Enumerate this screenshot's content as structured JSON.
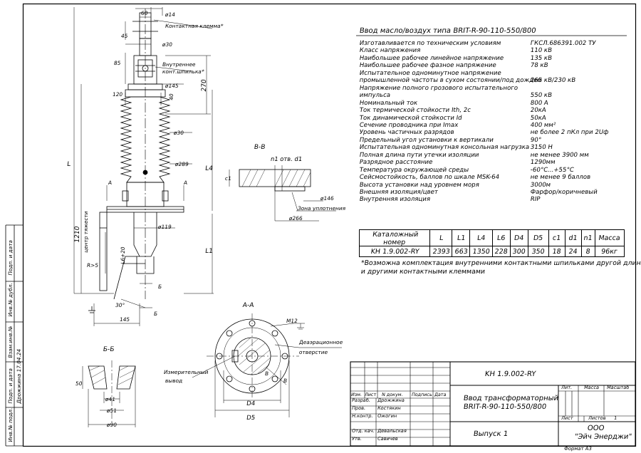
{
  "frame_labels": {
    "podp_data_1": "Подп. и дата",
    "inv_dubl": "Инв.№ дубл.",
    "vzam_inv": "Взам.инв.№",
    "podp_data_2": "Подп. и дата",
    "signer_date": "Дрожжина 17.04.24",
    "inv_podl": "Инв.№ подл."
  },
  "drawing": {
    "dims": {
      "d60": "60",
      "d14": "ø14",
      "contact_clamp": "Контактная клемма*",
      "d45": "45",
      "d30a": "ø30",
      "d85": "85",
      "inner_conn": "Внутреннее",
      "inner_conn2": "конт.шпилька*",
      "d145": "ø145",
      "d120": "120",
      "d40": "40",
      "d270": "270",
      "d30b": "ø30",
      "d289": "ø289",
      "L4": "L4",
      "L": "L",
      "A1": "A",
      "A2": "A",
      "d119": "ø119",
      "L6": "L6+20",
      "center_grav": "центр тяжести",
      "d1210": "1210",
      "L1": "L1",
      "R5": "R>5",
      "B1": "Б",
      "B2": "Б",
      "deg30": "30°",
      "d145b": "145"
    },
    "section_bb": {
      "title": "В-В",
      "n1": "n1 отв. d1",
      "c1": "c1",
      "d146": "ø146",
      "seal": "Зона уплотнения",
      "d266": "ø266"
    },
    "section_aa": {
      "title": "А-А",
      "m12": "M12",
      "deaer": "Деаэрационное",
      "deaer2": "отверстие",
      "meas": "Измерительный",
      "meas2": "вывод",
      "D4": "D4",
      "D5": "D5",
      "V1": "В",
      "V2": "В"
    },
    "section_b": {
      "title": "Б-Б",
      "d50": "50",
      "d41": "ø41",
      "d51": "ø51",
      "d90": "ø90"
    }
  },
  "specs": {
    "title": "Ввод масло/воздух типа BRIT-R-90-110-550/800",
    "rows": [
      {
        "label": "Изготавливается по техническим условиям",
        "value": "ГКСЛ.686391.002 ТУ"
      },
      {
        "label": "Класс напряжения",
        "value": "110 кВ"
      },
      {
        "label": "Наибольшее рабочее линейное напряжение",
        "value": "135 кВ"
      },
      {
        "label": "Наибольшее рабочее фазное напряжение",
        "value": "78 кВ"
      },
      {
        "label": "Испытательное одноминутное напряжение",
        "value": ""
      },
      {
        "label": "промышленной частоты в сухом состоянии/под дождем",
        "value": "265 кВ/230 кВ"
      },
      {
        "label": "Напряжение полного грозового испытательного",
        "value": ""
      },
      {
        "label": "импульса",
        "value": "550 кВ"
      },
      {
        "label": "Номинальный ток",
        "value": "800 А"
      },
      {
        "label": "Ток термической стойкости Ith, 2с",
        "value": "20кА"
      },
      {
        "label": "Ток динамической стойкости Id",
        "value": "50кА"
      },
      {
        "label": "Сечение проводника при Imax",
        "value": "400 мм²"
      },
      {
        "label": "Уровень частичных разрядов",
        "value": "не более 2 пКл при 2Uф"
      },
      {
        "label": "Предельный угол установки к вертикали",
        "value": "90°"
      },
      {
        "label": "Испытательная одноминутная консольная нагрузка",
        "value": "3150 Н"
      },
      {
        "label": "Полная длина пути утечки изоляции",
        "value": "не менее 3900 мм"
      },
      {
        "label": "Разрядное расстояние",
        "value": "1290мм"
      },
      {
        "label": "Температура окружающей среды",
        "value": "-60°С...+55°С"
      },
      {
        "label": "Сейсмостойкость, баллов по шкале MSK-64",
        "value": "не менее 9 баллов"
      },
      {
        "label": "Высота установки над уровнем моря",
        "value": "3000м"
      },
      {
        "label": "Внешняя изоляция/цвет",
        "value": "Фарфор/коричневый"
      },
      {
        "label": "Внутренняя изоляция",
        "value": "RIP"
      }
    ]
  },
  "catalog": {
    "headers": [
      "Каталожный номер",
      "L",
      "L1",
      "L4",
      "L6",
      "D4",
      "D5",
      "c1",
      "d1",
      "n1",
      "Масса"
    ],
    "row": [
      "KH 1.9.002-RY",
      "2393",
      "663",
      "1350",
      "228",
      "300",
      "350",
      "18",
      "24",
      "8",
      "96кг"
    ]
  },
  "note": {
    "line1": "*Возможна комплектация внутренними контактными шпильками другой длины",
    "line2": "и другими контактными клеммами"
  },
  "title_block": {
    "designation": "KH 1.9.002-RY",
    "name_line1": "Ввод трансформаторный",
    "name_line2": "BRIT-R-90-110-550/800",
    "issue": "Выпуск 1",
    "org_line1": "ООО",
    "org_line2": "\"Эйч Энерджи\"",
    "lit": "Лит.",
    "massa": "Масса",
    "masshtab": "Масштаб",
    "list": "Лист",
    "listov": "Листов",
    "listov_val": "1",
    "cols": {
      "izm": "Изм.",
      "list": "Лист",
      "ndok": "N докум.",
      "podp": "Подпись",
      "data": "Дата"
    },
    "roles": [
      {
        "role": "Разраб.",
        "name": "Дрожжина"
      },
      {
        "role": "Пров.",
        "name": "Костякин"
      },
      {
        "role": "Н.контр.",
        "name": "Ожогин"
      },
      {
        "role": "",
        "name": ""
      },
      {
        "role": "Отд. кач.",
        "name": "Девальская"
      },
      {
        "role": "Утв.",
        "name": "Савичев"
      }
    ],
    "format": "Формат А3"
  }
}
